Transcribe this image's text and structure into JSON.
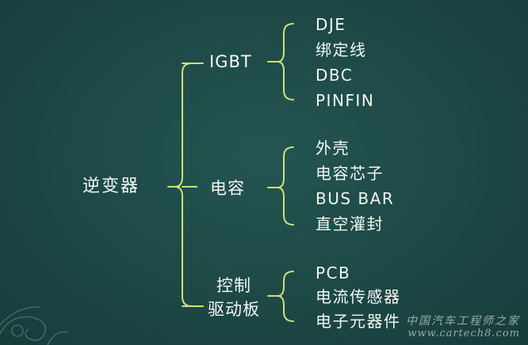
{
  "root": {
    "label": "逆变器"
  },
  "branches": [
    {
      "label_lines": [
        "IGBT"
      ],
      "items": [
        "DJE",
        "绑定线",
        "DBC",
        "PINFIN"
      ]
    },
    {
      "label_lines": [
        "电容"
      ],
      "items": [
        "外壳",
        "电容芯子",
        "BUS BAR",
        "直空灌封"
      ]
    },
    {
      "label_lines": [
        "控制",
        "驱动板"
      ],
      "items": [
        "PCB",
        "电流传感器",
        "电子元器件"
      ]
    }
  ],
  "watermark": {
    "name": "中国汽车工程师之家",
    "url": "www.cartech8.com"
  },
  "colors": {
    "background": "#1e4a48",
    "connector": "#cfe07a",
    "text": "#f4f7f2"
  }
}
